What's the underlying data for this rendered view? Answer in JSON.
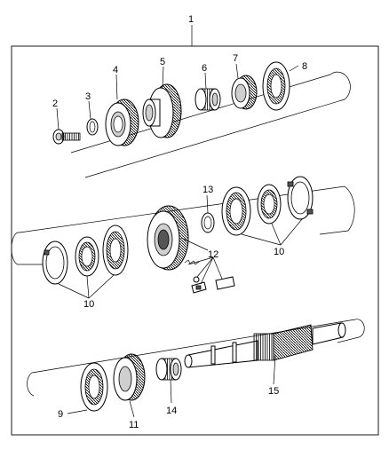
{
  "callouts": {
    "c1": "1",
    "c2": "2",
    "c3": "3",
    "c4": "4",
    "c5": "5",
    "c6": "6",
    "c7": "7",
    "c8": "8",
    "c9": "9",
    "c10a": "10",
    "c10b": "10",
    "c11": "11",
    "c12": "12",
    "c13": "13",
    "c14": "14",
    "c15": "15"
  }
}
